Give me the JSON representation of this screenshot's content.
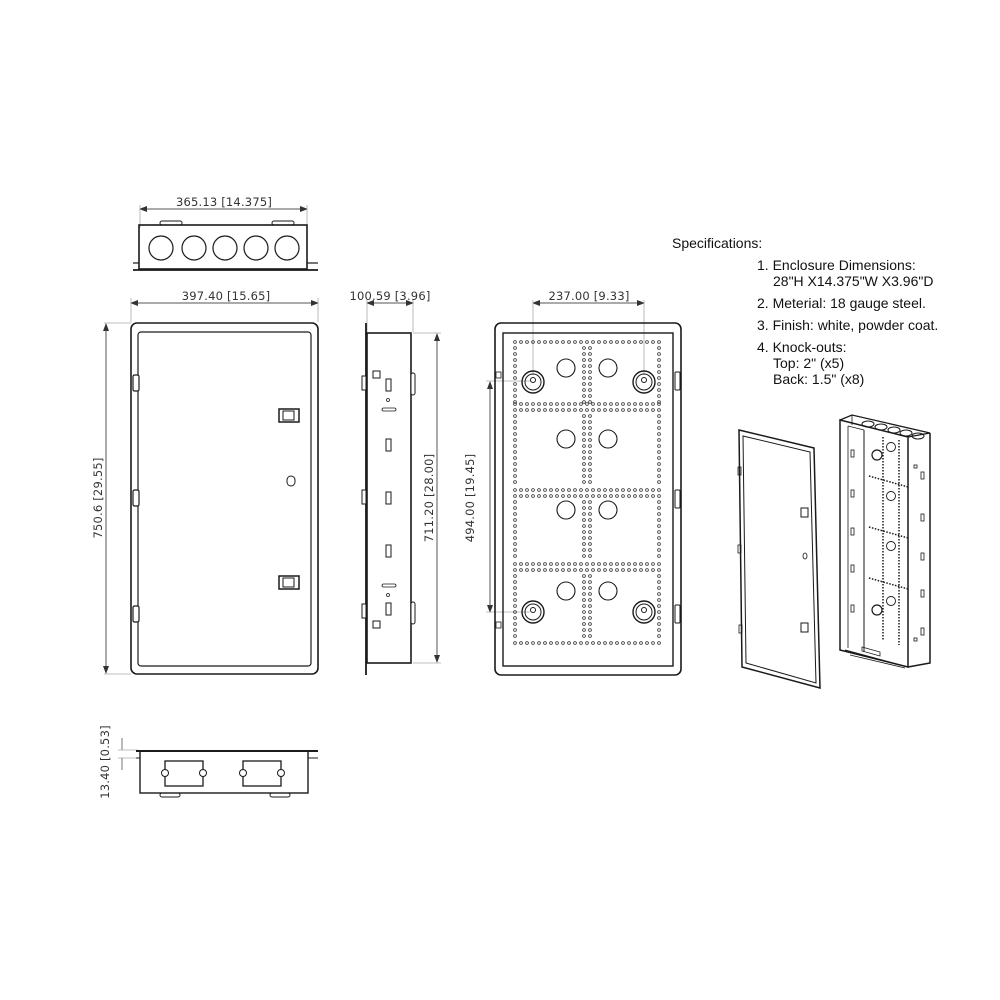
{
  "dimensions": {
    "top_width": "365.13  [14.375]",
    "front_width": "397.40  [15.65]",
    "front_height": "750.6  [29.55]",
    "side_depth": "100.59  [3.96]",
    "side_height": "711.20  [28.00]",
    "back_hole_spacing_h": "237.00  [9.33]",
    "back_hole_spacing_v": "494.00  [19.45]",
    "bottom_flange": "13.40  [0.53]"
  },
  "specifications": {
    "title": "Specifications:",
    "items": [
      {
        "label": "1. Enclosure Dimensions:",
        "detail": "28\"H X14.375\"W X3.96\"D"
      },
      {
        "label": "2. Meterial: 18 gauge steel.",
        "detail": ""
      },
      {
        "label": "3. Finish: white, powder coat.",
        "detail": ""
      },
      {
        "label": "4. Knock-outs:",
        "detail": "Top: 2\" (x5)",
        "detail2": "Back: 1.5\" (x8)"
      }
    ]
  },
  "views": [
    "top-view",
    "front-view",
    "side-view",
    "back-view",
    "bottom-view",
    "isometric-view"
  ],
  "colors": {
    "line": "#1a1a1a",
    "dim_line": "#888888",
    "text": "#333333"
  }
}
